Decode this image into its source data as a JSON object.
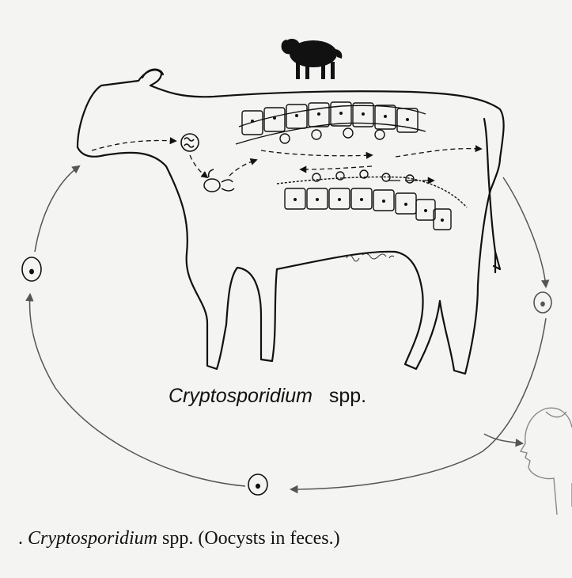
{
  "diagram": {
    "title_genus": "Cryptosporidium",
    "title_suffix": "spp."
  },
  "caption": {
    "prefix": ".",
    "genus": "Cryptosporidium",
    "rest": "spp. (Oocysts in feces.)"
  },
  "colors": {
    "ink": "#111111",
    "paper": "#f4f4f2",
    "arrow_gray": "#666666"
  },
  "icons": [
    "sheep-silhouette",
    "cow-outline",
    "human-head",
    "oocyst"
  ]
}
